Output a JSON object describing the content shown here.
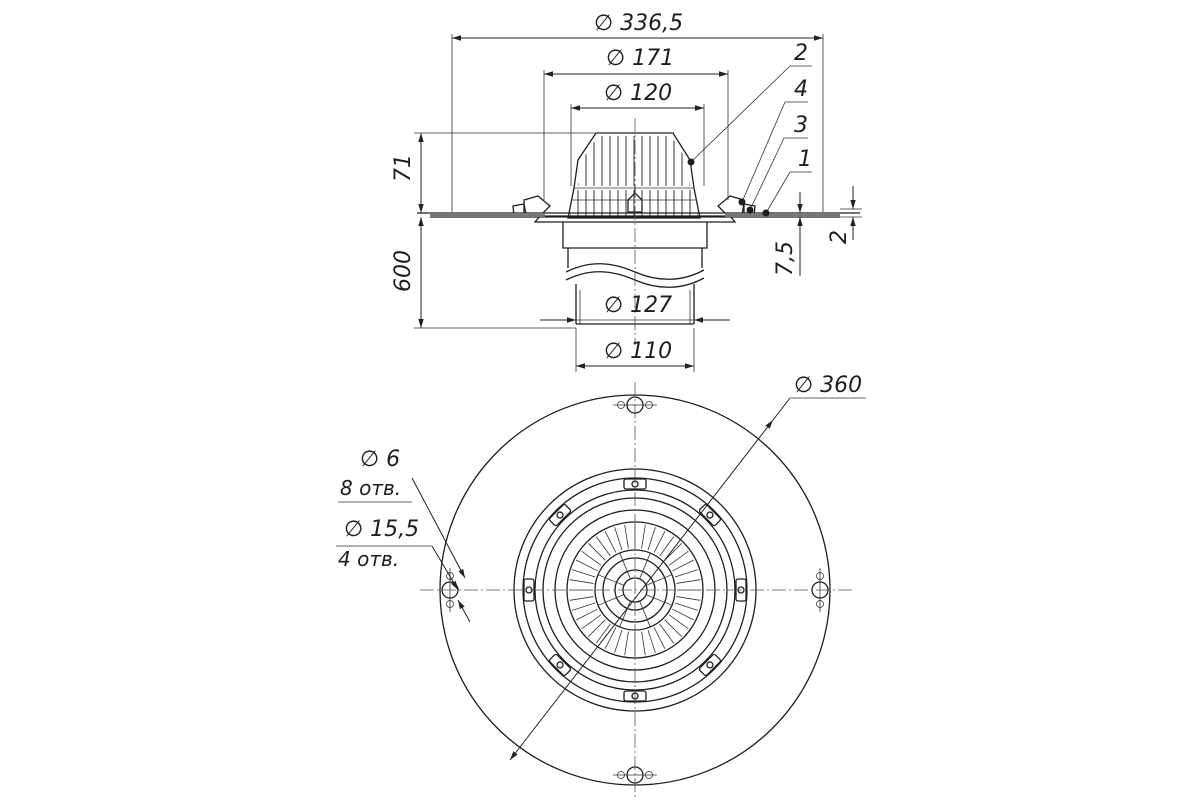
{
  "side_view": {
    "dims": {
      "d336": "∅ 336,5",
      "d171": "∅ 171",
      "d120": "∅ 120",
      "d127": "∅ 127",
      "d110": "∅ 110",
      "h71": "71",
      "h600": "600",
      "t75": "7,5",
      "t2": "2"
    },
    "callouts": [
      "2",
      "4",
      "3",
      "1"
    ]
  },
  "plan_view": {
    "dims": {
      "d360": "∅ 360",
      "d6": "∅ 6",
      "holes8": "8 отв.",
      "d155": "∅ 15,5",
      "holes4": "4 отв."
    }
  }
}
